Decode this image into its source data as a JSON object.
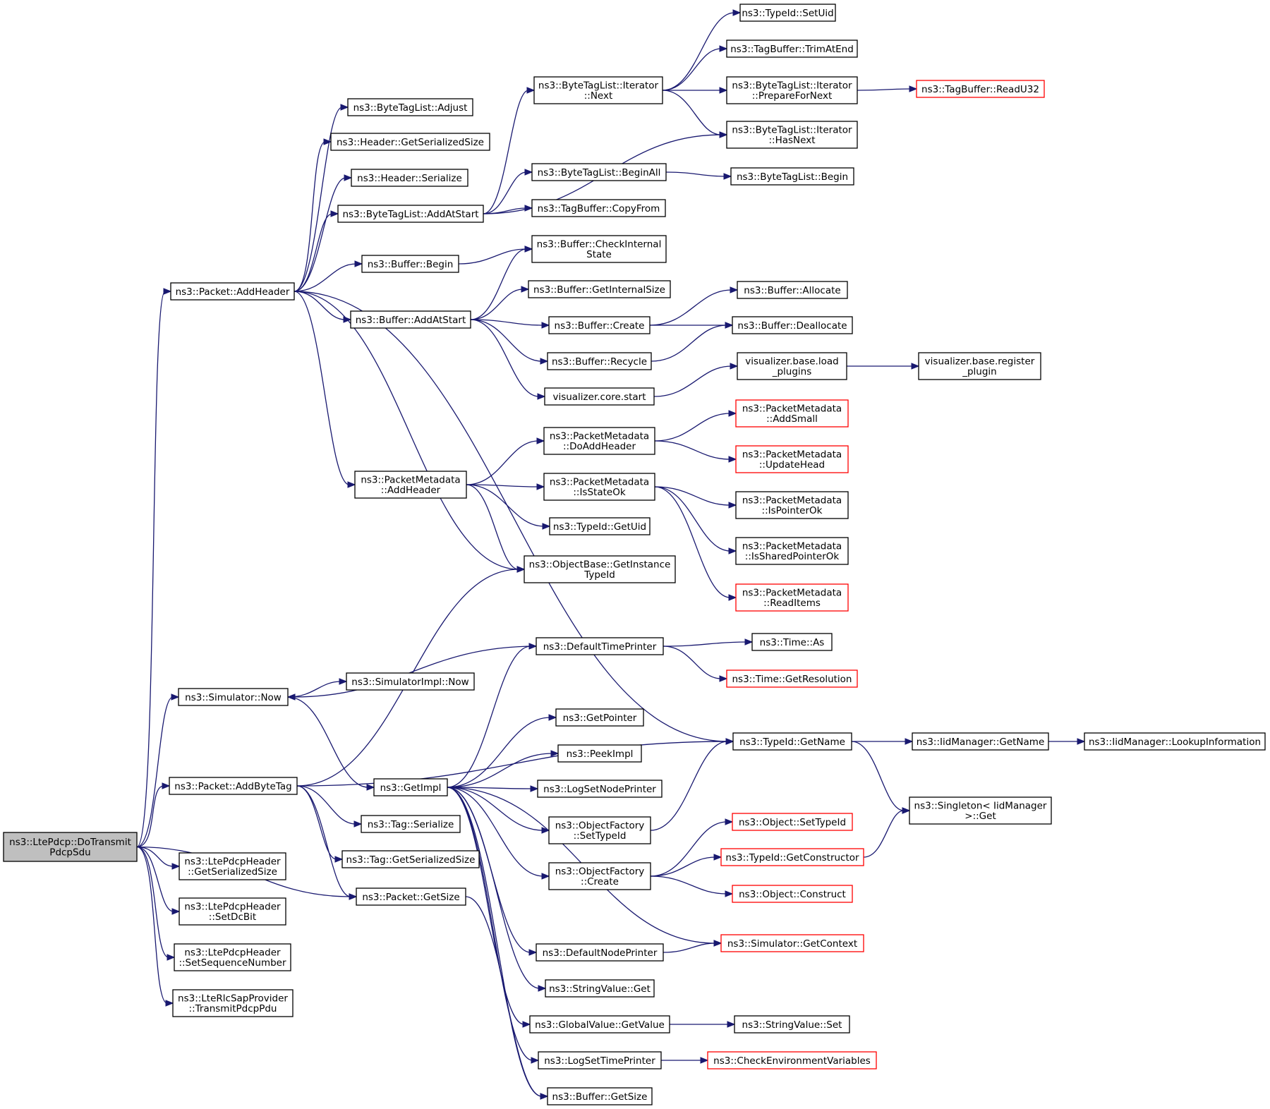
{
  "colors": {
    "edge": "#191970",
    "node_border": "#000000",
    "truncated_border": "#ff0000",
    "root_fill": "#bfbfbf",
    "node_fill": "#ffffff",
    "text": "#000000"
  },
  "graph": {
    "nodes": [
      {
        "id": "root",
        "lines": [
          "ns3::LtePdcp::DoTransmit",
          "PdcpSdu"
        ],
        "root": true
      },
      {
        "id": "pkt_addheader",
        "lines": [
          "ns3::Packet::AddHeader"
        ]
      },
      {
        "id": "sim_now",
        "lines": [
          "ns3::Simulator::Now"
        ]
      },
      {
        "id": "pkt_addbytetag",
        "lines": [
          "ns3::Packet::AddByteTag"
        ]
      },
      {
        "id": "hdr_getsersize",
        "lines": [
          "ns3::LtePdcpHeader",
          "::GetSerializedSize"
        ]
      },
      {
        "id": "hdr_setdcbit",
        "lines": [
          "ns3::LtePdcpHeader",
          "::SetDcBit"
        ]
      },
      {
        "id": "hdr_setseq",
        "lines": [
          "ns3::LtePdcpHeader",
          "::SetSequenceNumber"
        ]
      },
      {
        "id": "rlc_transmit",
        "lines": [
          "ns3::LteRlcSapProvider",
          "::TransmitPdcpPdu"
        ]
      },
      {
        "id": "pkt_getsize",
        "lines": [
          "ns3::Packet::GetSize"
        ]
      },
      {
        "id": "btl_adjust",
        "lines": [
          "ns3::ByteTagList::Adjust"
        ]
      },
      {
        "id": "header_getsersize",
        "lines": [
          "ns3::Header::GetSerializedSize"
        ]
      },
      {
        "id": "header_serialize",
        "lines": [
          "ns3::Header::Serialize"
        ]
      },
      {
        "id": "btl_addatstart",
        "lines": [
          "ns3::ByteTagList::AddAtStart"
        ]
      },
      {
        "id": "buf_begin",
        "lines": [
          "ns3::Buffer::Begin"
        ]
      },
      {
        "id": "buf_addatstart",
        "lines": [
          "ns3::Buffer::AddAtStart"
        ]
      },
      {
        "id": "pm_addheader",
        "lines": [
          "ns3::PacketMetadata",
          "::AddHeader"
        ]
      },
      {
        "id": "simimpl_now",
        "lines": [
          "ns3::SimulatorImpl::Now"
        ]
      },
      {
        "id": "getimpl",
        "lines": [
          "ns3::GetImpl"
        ]
      },
      {
        "id": "tag_serialize",
        "lines": [
          "ns3::Tag::Serialize"
        ]
      },
      {
        "id": "tag_getsersize",
        "lines": [
          "ns3::Tag::GetSerializedSize"
        ]
      },
      {
        "id": "btli_next",
        "lines": [
          "ns3::ByteTagList::Iterator",
          "::Next"
        ]
      },
      {
        "id": "btl_beginall",
        "lines": [
          "ns3::ByteTagList::BeginAll"
        ]
      },
      {
        "id": "tb_copyfrom",
        "lines": [
          "ns3::TagBuffer::CopyFrom"
        ]
      },
      {
        "id": "buf_checkinternal",
        "lines": [
          "ns3::Buffer::CheckInternal",
          "State"
        ]
      },
      {
        "id": "buf_getinternalsize",
        "lines": [
          "ns3::Buffer::GetInternalSize"
        ]
      },
      {
        "id": "buf_create",
        "lines": [
          "ns3::Buffer::Create"
        ]
      },
      {
        "id": "buf_recycle",
        "lines": [
          "ns3::Buffer::Recycle"
        ]
      },
      {
        "id": "viz_core_start",
        "lines": [
          "visualizer.core.start"
        ]
      },
      {
        "id": "pm_doaddheader",
        "lines": [
          "ns3::PacketMetadata",
          "::DoAddHeader"
        ]
      },
      {
        "id": "pm_isstateok",
        "lines": [
          "ns3::PacketMetadata",
          "::IsStateOk"
        ]
      },
      {
        "id": "typeid_getuid",
        "lines": [
          "ns3::TypeId::GetUid"
        ]
      },
      {
        "id": "ob_getinstancetypeid",
        "lines": [
          "ns3::ObjectBase::GetInstance",
          "TypeId"
        ]
      },
      {
        "id": "defaulttimeprinter",
        "lines": [
          "ns3::DefaultTimePrinter"
        ]
      },
      {
        "id": "getpointer",
        "lines": [
          "ns3::GetPointer"
        ]
      },
      {
        "id": "peekimpl",
        "lines": [
          "ns3::PeekImpl"
        ]
      },
      {
        "id": "logsetnodeprinter",
        "lines": [
          "ns3::LogSetNodePrinter"
        ]
      },
      {
        "id": "of_settypeid",
        "lines": [
          "ns3::ObjectFactory",
          "::SetTypeId"
        ]
      },
      {
        "id": "of_create",
        "lines": [
          "ns3::ObjectFactory",
          "::Create"
        ]
      },
      {
        "id": "defaultnodeprinter",
        "lines": [
          "ns3::DefaultNodePrinter"
        ]
      },
      {
        "id": "stringvalue_get",
        "lines": [
          "ns3::StringValue::Get"
        ]
      },
      {
        "id": "gv_getvalue",
        "lines": [
          "ns3::GlobalValue::GetValue"
        ]
      },
      {
        "id": "logsettimeprinter",
        "lines": [
          "ns3::LogSetTimePrinter"
        ]
      },
      {
        "id": "buf_getsize",
        "lines": [
          "ns3::Buffer::GetSize"
        ]
      },
      {
        "id": "typeid_setuid",
        "lines": [
          "ns3::TypeId::SetUid"
        ]
      },
      {
        "id": "tb_trimatend",
        "lines": [
          "ns3::TagBuffer::TrimAtEnd"
        ]
      },
      {
        "id": "btli_prepare",
        "lines": [
          "ns3::ByteTagList::Iterator",
          "::PrepareForNext"
        ]
      },
      {
        "id": "btli_hasnext",
        "lines": [
          "ns3::ByteTagList::Iterator",
          "::HasNext"
        ]
      },
      {
        "id": "btl_begin",
        "lines": [
          "ns3::ByteTagList::Begin"
        ]
      },
      {
        "id": "buf_allocate",
        "lines": [
          "ns3::Buffer::Allocate"
        ]
      },
      {
        "id": "buf_deallocate",
        "lines": [
          "ns3::Buffer::Deallocate"
        ]
      },
      {
        "id": "viz_load_plugins",
        "lines": [
          "visualizer.base.load",
          "_plugins"
        ]
      },
      {
        "id": "pm_addsmall",
        "lines": [
          "ns3::PacketMetadata",
          "::AddSmall"
        ],
        "truncated": true
      },
      {
        "id": "pm_updatehead",
        "lines": [
          "ns3::PacketMetadata",
          "::UpdateHead"
        ],
        "truncated": true
      },
      {
        "id": "pm_ispointerok",
        "lines": [
          "ns3::PacketMetadata",
          "::IsPointerOk"
        ]
      },
      {
        "id": "pm_issharedpointerok",
        "lines": [
          "ns3::PacketMetadata",
          "::IsSharedPointerOk"
        ]
      },
      {
        "id": "pm_readitems",
        "lines": [
          "ns3::PacketMetadata",
          "::ReadItems"
        ],
        "truncated": true
      },
      {
        "id": "time_as",
        "lines": [
          "ns3::Time::As"
        ]
      },
      {
        "id": "time_getresolution",
        "lines": [
          "ns3::Time::GetResolution"
        ],
        "truncated": true
      },
      {
        "id": "typeid_getname",
        "lines": [
          "ns3::TypeId::GetName"
        ]
      },
      {
        "id": "obj_settypeid",
        "lines": [
          "ns3::Object::SetTypeId"
        ],
        "truncated": true
      },
      {
        "id": "typeid_getconstructor",
        "lines": [
          "ns3::TypeId::GetConstructor"
        ],
        "truncated": true
      },
      {
        "id": "obj_construct",
        "lines": [
          "ns3::Object::Construct"
        ],
        "truncated": true
      },
      {
        "id": "sim_getcontext",
        "lines": [
          "ns3::Simulator::GetContext"
        ],
        "truncated": true
      },
      {
        "id": "stringvalue_set",
        "lines": [
          "ns3::StringValue::Set"
        ]
      },
      {
        "id": "checkenv",
        "lines": [
          "ns3::CheckEnvironmentVariables"
        ],
        "truncated": true
      },
      {
        "id": "tb_readu32",
        "lines": [
          "ns3::TagBuffer::ReadU32"
        ],
        "truncated": true
      },
      {
        "id": "viz_register_plugin",
        "lines": [
          "visualizer.base.register",
          "_plugin"
        ]
      },
      {
        "id": "iid_getname",
        "lines": [
          "ns3::IidManager::GetName"
        ]
      },
      {
        "id": "singleton_get",
        "lines": [
          "ns3::Singleton< IidManager",
          " >::Get"
        ]
      },
      {
        "id": "iid_lookup",
        "lines": [
          "ns3::IidManager::LookupInformation"
        ]
      }
    ],
    "edges": [
      [
        "root",
        "pkt_addheader"
      ],
      [
        "root",
        "sim_now"
      ],
      [
        "root",
        "pkt_addbytetag"
      ],
      [
        "root",
        "hdr_getsersize"
      ],
      [
        "root",
        "hdr_setdcbit"
      ],
      [
        "root",
        "hdr_setseq"
      ],
      [
        "root",
        "rlc_transmit"
      ],
      [
        "root",
        "pkt_getsize"
      ],
      [
        "pkt_addheader",
        "btl_adjust"
      ],
      [
        "pkt_addheader",
        "header_getsersize"
      ],
      [
        "pkt_addheader",
        "header_serialize"
      ],
      [
        "pkt_addheader",
        "btl_addatstart"
      ],
      [
        "pkt_addheader",
        "buf_begin"
      ],
      [
        "pkt_addheader",
        "buf_addatstart"
      ],
      [
        "pkt_addheader",
        "pm_addheader"
      ],
      [
        "pkt_addheader",
        "ob_getinstancetypeid"
      ],
      [
        "pkt_addheader",
        "typeid_getname"
      ],
      [
        "sim_now",
        "simimpl_now"
      ],
      [
        "sim_now",
        "getimpl"
      ],
      [
        "pkt_addbytetag",
        "ob_getinstancetypeid"
      ],
      [
        "pkt_addbytetag",
        "typeid_getname"
      ],
      [
        "pkt_addbytetag",
        "tag_serialize"
      ],
      [
        "pkt_addbytetag",
        "tag_getsersize"
      ],
      [
        "pkt_addbytetag",
        "pkt_getsize"
      ],
      [
        "pkt_getsize",
        "buf_getsize"
      ],
      [
        "btl_addatstart",
        "btli_next"
      ],
      [
        "btl_addatstart",
        "btli_hasnext"
      ],
      [
        "btl_addatstart",
        "btl_beginall"
      ],
      [
        "btl_addatstart",
        "tb_copyfrom"
      ],
      [
        "buf_begin",
        "buf_checkinternal"
      ],
      [
        "buf_addatstart",
        "buf_checkinternal"
      ],
      [
        "buf_addatstart",
        "buf_getinternalsize"
      ],
      [
        "buf_addatstart",
        "buf_create"
      ],
      [
        "buf_addatstart",
        "buf_recycle"
      ],
      [
        "buf_addatstart",
        "viz_core_start"
      ],
      [
        "pm_addheader",
        "pm_doaddheader"
      ],
      [
        "pm_addheader",
        "pm_isstateok"
      ],
      [
        "pm_addheader",
        "typeid_getuid"
      ],
      [
        "pm_addheader",
        "ob_getinstancetypeid"
      ],
      [
        "getimpl",
        "defaulttimeprinter"
      ],
      [
        "getimpl",
        "getpointer"
      ],
      [
        "getimpl",
        "peekimpl"
      ],
      [
        "getimpl",
        "logsetnodeprinter"
      ],
      [
        "getimpl",
        "of_settypeid"
      ],
      [
        "getimpl",
        "of_create"
      ],
      [
        "getimpl",
        "defaultnodeprinter"
      ],
      [
        "getimpl",
        "stringvalue_get"
      ],
      [
        "getimpl",
        "gv_getvalue"
      ],
      [
        "getimpl",
        "logsettimeprinter"
      ],
      [
        "getimpl",
        "sim_getcontext"
      ],
      [
        "getimpl",
        "buf_getsize"
      ],
      [
        "btli_next",
        "typeid_setuid"
      ],
      [
        "btli_next",
        "tb_trimatend"
      ],
      [
        "btli_next",
        "btli_prepare"
      ],
      [
        "btli_next",
        "btli_hasnext"
      ],
      [
        "btl_beginall",
        "btl_begin"
      ],
      [
        "buf_create",
        "buf_allocate"
      ],
      [
        "buf_create",
        "buf_deallocate"
      ],
      [
        "buf_recycle",
        "buf_deallocate"
      ],
      [
        "viz_core_start",
        "viz_load_plugins"
      ],
      [
        "pm_doaddheader",
        "pm_addsmall"
      ],
      [
        "pm_doaddheader",
        "pm_updatehead"
      ],
      [
        "pm_isstateok",
        "pm_ispointerok"
      ],
      [
        "pm_isstateok",
        "pm_issharedpointerok"
      ],
      [
        "pm_isstateok",
        "pm_readitems"
      ],
      [
        "defaulttimeprinter",
        "sim_now"
      ],
      [
        "defaulttimeprinter",
        "time_as"
      ],
      [
        "defaulttimeprinter",
        "time_getresolution"
      ],
      [
        "of_settypeid",
        "typeid_getname"
      ],
      [
        "of_create",
        "obj_settypeid"
      ],
      [
        "of_create",
        "typeid_getconstructor"
      ],
      [
        "of_create",
        "obj_construct"
      ],
      [
        "defaultnodeprinter",
        "sim_getcontext"
      ],
      [
        "gv_getvalue",
        "stringvalue_set"
      ],
      [
        "logsettimeprinter",
        "checkenv"
      ],
      [
        "btli_prepare",
        "tb_readu32"
      ],
      [
        "viz_load_plugins",
        "viz_register_plugin"
      ],
      [
        "typeid_getname",
        "iid_getname"
      ],
      [
        "typeid_getname",
        "singleton_get"
      ],
      [
        "typeid_getconstructor",
        "singleton_get"
      ],
      [
        "iid_getname",
        "iid_lookup"
      ]
    ]
  }
}
